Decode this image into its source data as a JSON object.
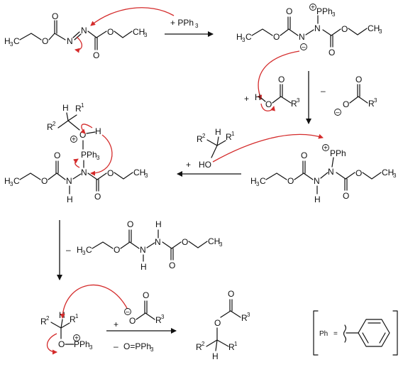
{
  "reagents": {
    "pph3_add": "+ PPh",
    "pph3_sub": "3",
    "acid_plus": "+",
    "acid_minus": "–",
    "alcohol_plus": "+",
    "hydrazine_minus": "–",
    "carboxylate_plus": "+",
    "tppo_minus": "–",
    "tppo": "O=PPh",
    "tppo_sub": "3"
  },
  "atoms": {
    "O": "O",
    "N": "N",
    "H": "H",
    "P": "P",
    "PPh": "PPh",
    "three": "3",
    "R": "R",
    "one": "1",
    "two": "2",
    "CH": "CH",
    "HC": "H",
    "C": "C",
    "plus": "+",
    "minus": "–",
    "HO": "HO"
  },
  "legend": {
    "label": "Ph",
    "equals": "="
  },
  "colors": {
    "ink": "#111111",
    "mechanism_arrow": "#d42b2b"
  }
}
